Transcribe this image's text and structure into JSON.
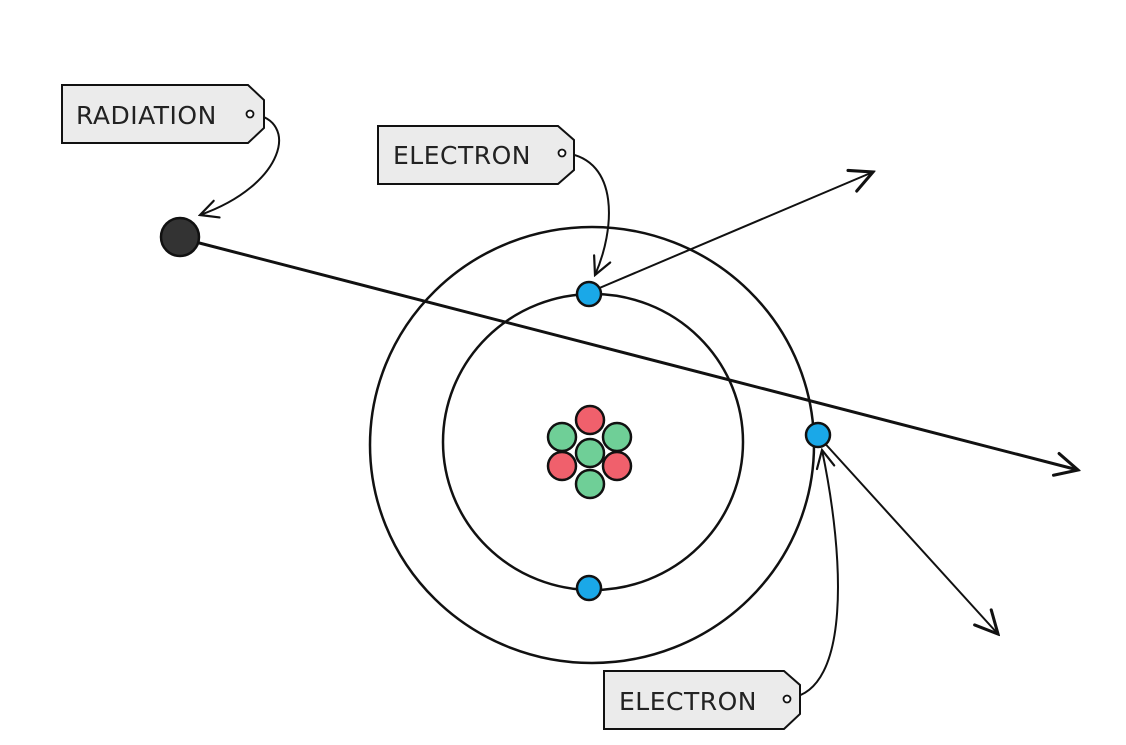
{
  "labels": {
    "radiation": "RADIATION",
    "electron_top": "ELECTRON",
    "electron_bottom": "ELECTRON"
  },
  "colors": {
    "electron": "#1aa8e8",
    "proton": "#f0606c",
    "neutron": "#6fcf97",
    "radiation_particle": "#333333",
    "tag_fill": "#ebebeb"
  }
}
